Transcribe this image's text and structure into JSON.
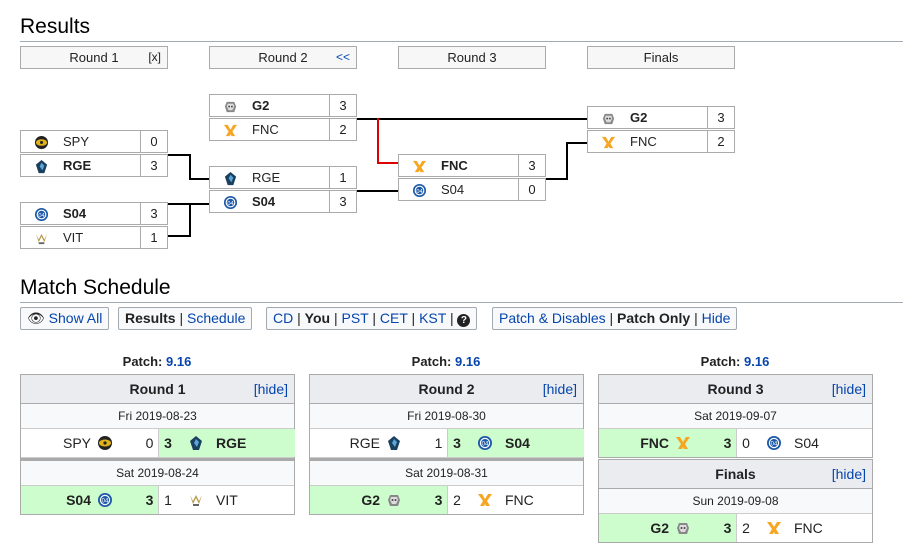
{
  "results_heading": "Results",
  "rounds": [
    {
      "label": "Round 1",
      "ctl": "[x]"
    },
    {
      "label": "Round 2",
      "ctl": "<<"
    },
    {
      "label": "Round 3",
      "ctl": ""
    },
    {
      "label": "Finals",
      "ctl": ""
    }
  ],
  "bracket": {
    "r1": [
      {
        "name": "SPY",
        "score": "0",
        "win": false,
        "icon": "spy-icon"
      },
      {
        "name": "RGE",
        "score": "3",
        "win": true,
        "icon": "rge-icon"
      },
      {
        "name": "S04",
        "score": "3",
        "win": true,
        "icon": "s04-icon"
      },
      {
        "name": "VIT",
        "score": "1",
        "win": false,
        "icon": "vit-icon"
      }
    ],
    "r2": [
      {
        "name": "G2",
        "score": "3",
        "win": true,
        "icon": "g2-icon"
      },
      {
        "name": "FNC",
        "score": "2",
        "win": false,
        "icon": "fnc-icon"
      },
      {
        "name": "RGE",
        "score": "1",
        "win": false,
        "icon": "rge-icon"
      },
      {
        "name": "S04",
        "score": "3",
        "win": true,
        "icon": "s04-icon"
      }
    ],
    "r3": [
      {
        "name": "FNC",
        "score": "3",
        "win": true,
        "icon": "fnc-icon"
      },
      {
        "name": "S04",
        "score": "0",
        "win": false,
        "icon": "s04-icon"
      }
    ],
    "finals": [
      {
        "name": "G2",
        "score": "3",
        "win": true,
        "icon": "g2-icon"
      },
      {
        "name": "FNC",
        "score": "2",
        "win": false,
        "icon": "fnc-icon"
      }
    ]
  },
  "schedule_heading": "Match Schedule",
  "toolbar": {
    "show_all": "Show All",
    "results": "Results",
    "schedule": "Schedule",
    "cd": "CD",
    "you": "You",
    "pst": "PST",
    "cet": "CET",
    "kst": "KST",
    "patch_disables": "Patch & Disables",
    "patch_only": "Patch Only",
    "hide": "Hide",
    "sep": "|"
  },
  "patch_label": "Patch:",
  "patch_value": "9.16",
  "hide_link": "[hide]",
  "schedule": {
    "round1": {
      "title": "Round 1",
      "matches": [
        {
          "date": "Fri 2019-08-23",
          "t1": "SPY",
          "s1": "0",
          "s2": "3",
          "t2": "RGE",
          "winner": 2
        },
        {
          "date": "Sat 2019-08-24",
          "t1": "S04",
          "s1": "3",
          "s2": "1",
          "t2": "VIT",
          "winner": 1
        }
      ]
    },
    "round2": {
      "title": "Round 2",
      "matches": [
        {
          "date": "Fri 2019-08-30",
          "t1": "RGE",
          "s1": "1",
          "s2": "3",
          "t2": "S04",
          "winner": 2
        },
        {
          "date": "Sat 2019-08-31",
          "t1": "G2",
          "s1": "3",
          "s2": "2",
          "t2": "FNC",
          "winner": 1
        }
      ]
    },
    "round3": {
      "title": "Round 3",
      "matches": [
        {
          "date": "Sat 2019-09-07",
          "t1": "FNC",
          "s1": "3",
          "s2": "0",
          "t2": "S04",
          "winner": 1
        }
      ]
    },
    "finals": {
      "title": "Finals",
      "matches": [
        {
          "date": "Sun 2019-09-08",
          "t1": "G2",
          "s1": "3",
          "s2": "2",
          "t2": "FNC",
          "winner": 1
        }
      ]
    }
  },
  "colors": {
    "win_bg": "#cdfccd",
    "link": "#0645ad",
    "path_red": "#dd0000"
  }
}
